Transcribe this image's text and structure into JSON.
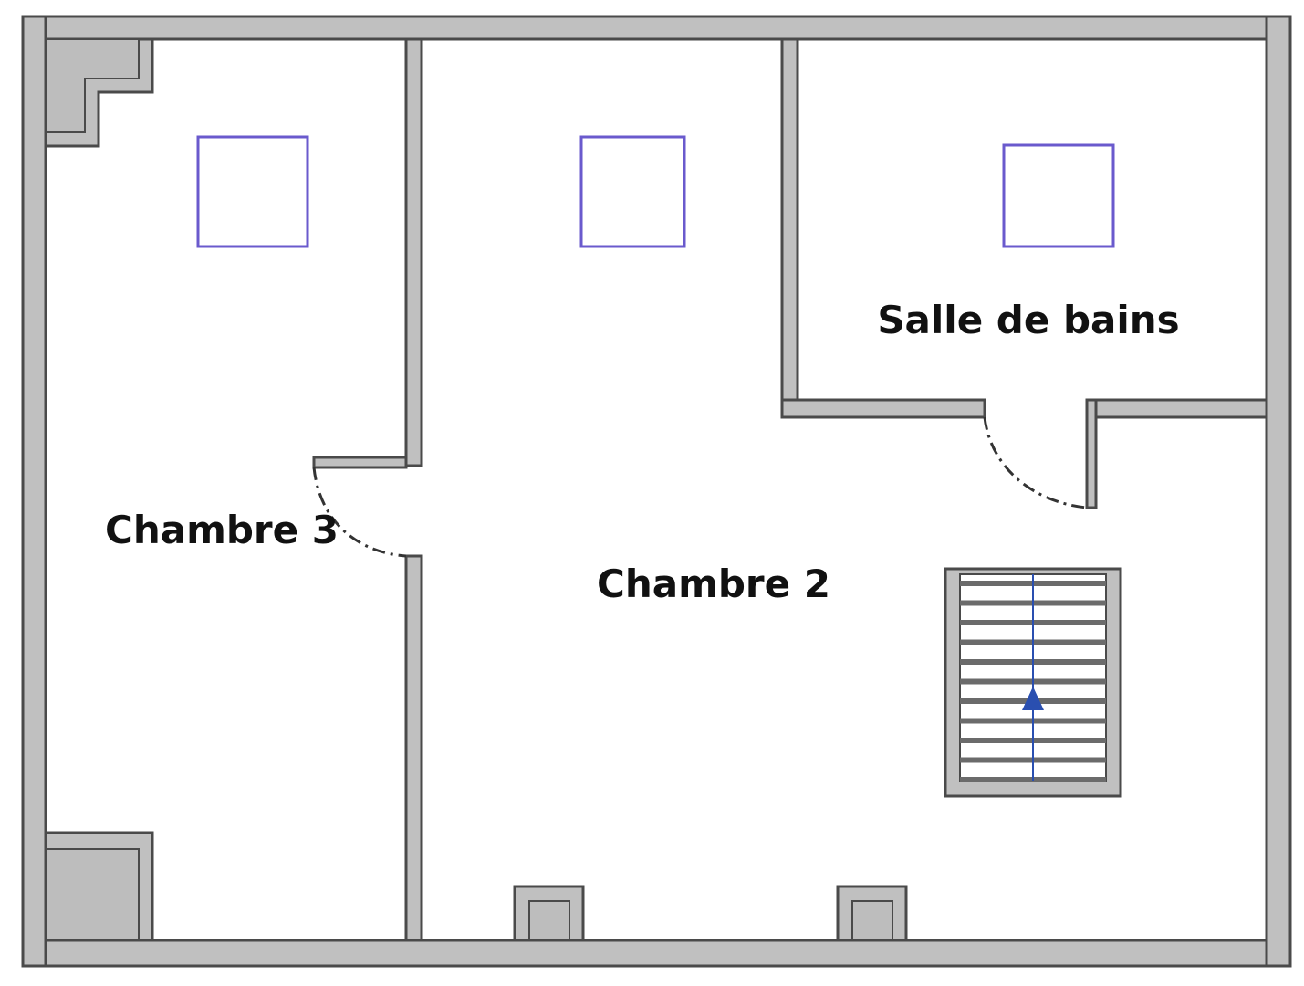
{
  "rooms": {
    "chambre3": {
      "label": "Chambre 3"
    },
    "chambre2": {
      "label": "Chambre 2"
    },
    "salle_de_bains": {
      "label": "Salle de bains"
    }
  },
  "colors": {
    "wall_fill": "#c0c0c0",
    "wall_stroke": "#4a4a4a",
    "window": "#6a5acd",
    "stair_arrow": "#2a4fb0",
    "door_swing": "#333333"
  }
}
